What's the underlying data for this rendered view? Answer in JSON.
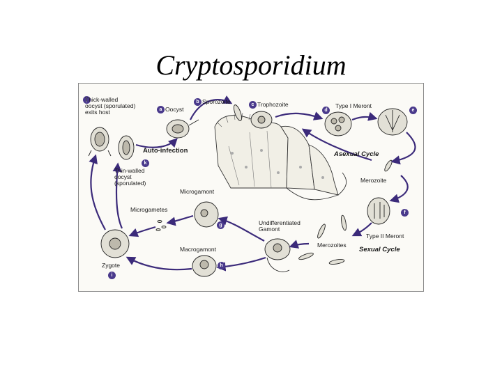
{
  "title": "Cryptosporidium",
  "colors": {
    "arrow": "#3b2a7a",
    "badge": "#4a3a8c",
    "ink": "#222222"
  },
  "stages": [
    {
      "badge": "j",
      "label": "Thick-walled\noocyst (sporulated)\nexits host"
    },
    {
      "badge": "a",
      "label": "Oocyst"
    },
    {
      "badge": "b",
      "label": "Sporozoite"
    },
    {
      "badge": "c",
      "label": "Trophozoite"
    },
    {
      "badge": "d",
      "label": "Type I Meront"
    },
    {
      "badge": "e",
      "label": ""
    },
    {
      "badge": "k",
      "label": "Thin-walled\noocyst\n(sporulated)"
    },
    {
      "badge": "f",
      "label": "Type II Meront"
    },
    {
      "badge": "g",
      "label": "Microgamont"
    },
    {
      "badge": "h",
      "label": "Macrogamont"
    },
    {
      "badge": "i",
      "label": "Zygote"
    }
  ],
  "other_labels": {
    "auto_infection": "Auto-infection",
    "asexual_cycle": "Asexual Cycle",
    "sexual_cycle": "Sexual Cycle",
    "merozoite": "Merozoite",
    "merozoites": "Merozoites",
    "microgametes": "Microgametes",
    "undifferentiated_gamont": "Undifferentiated\nGamont"
  }
}
